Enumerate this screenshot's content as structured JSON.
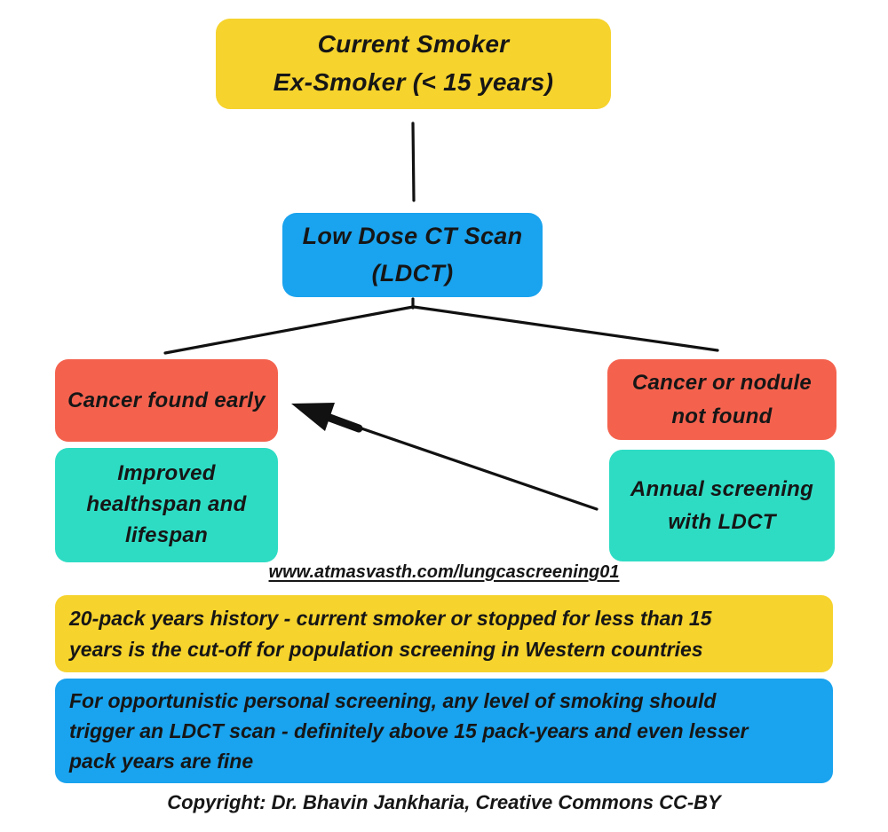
{
  "colors": {
    "background": "#FFFFFF",
    "text": "#161616",
    "line": "#111111",
    "yellow": "#F6D32D",
    "blue": "#1AA3EE",
    "red": "#F4624E",
    "teal": "#2EDCC4"
  },
  "flowchart": {
    "top": {
      "lines": [
        "Current Smoker",
        "Ex-Smoker (< 15 years)"
      ]
    },
    "ldct": {
      "lines": [
        "Low Dose CT Scan",
        "(LDCT)"
      ]
    },
    "cancer_found": {
      "lines": [
        "Cancer found early"
      ]
    },
    "cancer_not_found": {
      "lines": [
        "Cancer or nodule",
        "not found"
      ]
    },
    "improved": {
      "lines": [
        "Improved",
        "healthspan and",
        "lifespan"
      ]
    },
    "annual": {
      "lines": [
        "Annual screening",
        "with LDCT"
      ]
    }
  },
  "link": {
    "url": "www.atmasvasth.com/lungcascreening01"
  },
  "notes": {
    "population": {
      "lines": [
        "20-pack years history - current smoker or stopped for less than 15",
        "years is the cut-off for population screening in Western countries"
      ]
    },
    "opportunistic": {
      "lines": [
        "For opportunistic personal screening, any level of smoking should",
        "trigger an LDCT scan - definitely above 15 pack-years and even lesser",
        "pack years are fine"
      ]
    }
  },
  "footer": {
    "copyright": "Copyright: Dr. Bhavin Jankharia, Creative Commons CC-BY"
  }
}
